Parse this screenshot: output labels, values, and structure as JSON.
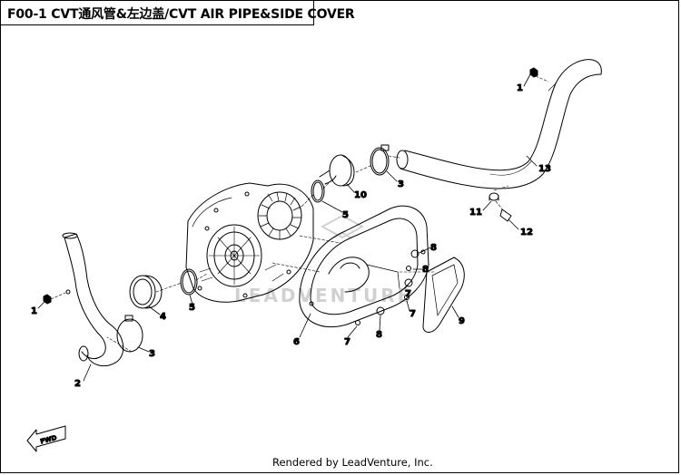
{
  "header": {
    "title": "F00-1 CVT通风管&左边盖/CVT AIR PIPE&SIDE COVER"
  },
  "footer": {
    "credit": "Rendered by LeadVenture, Inc."
  },
  "watermark": {
    "text": "LEADVENTURE"
  },
  "fwd_arrow": {
    "label": "FWD"
  },
  "callouts": [
    "1",
    "13",
    "3",
    "10",
    "5",
    "11",
    "12",
    "8",
    "8",
    "7",
    "9",
    "6",
    "7",
    "8",
    "7",
    "4",
    "5",
    "1",
    "3",
    "2"
  ]
}
